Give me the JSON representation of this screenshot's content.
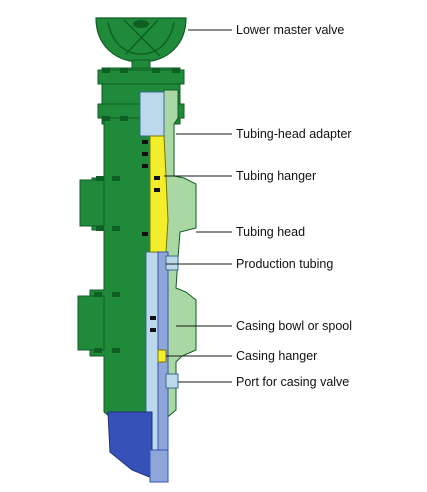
{
  "labels": [
    "Lower master valve",
    "Tubing-head adapter",
    "Tubing hanger",
    "Tubing head",
    "Production tubing",
    "Casing bowl or spool",
    "Casing hanger",
    "Port for casing valve"
  ],
  "colors": {
    "body_green": "#1f8a3a",
    "body_dark_green": "#0f5e24",
    "cutaway_light_green": "#a9d8a4",
    "tubing_hanger_yellow": "#f2ee2c",
    "tubing_light_blue": "#bcd9ec",
    "casing_blue": "#8fa6d8",
    "casing_dark_blue": "#3651b8",
    "seal_black": "#111111"
  },
  "icons": [
    "handwheel-icon",
    "bolt-icon"
  ]
}
